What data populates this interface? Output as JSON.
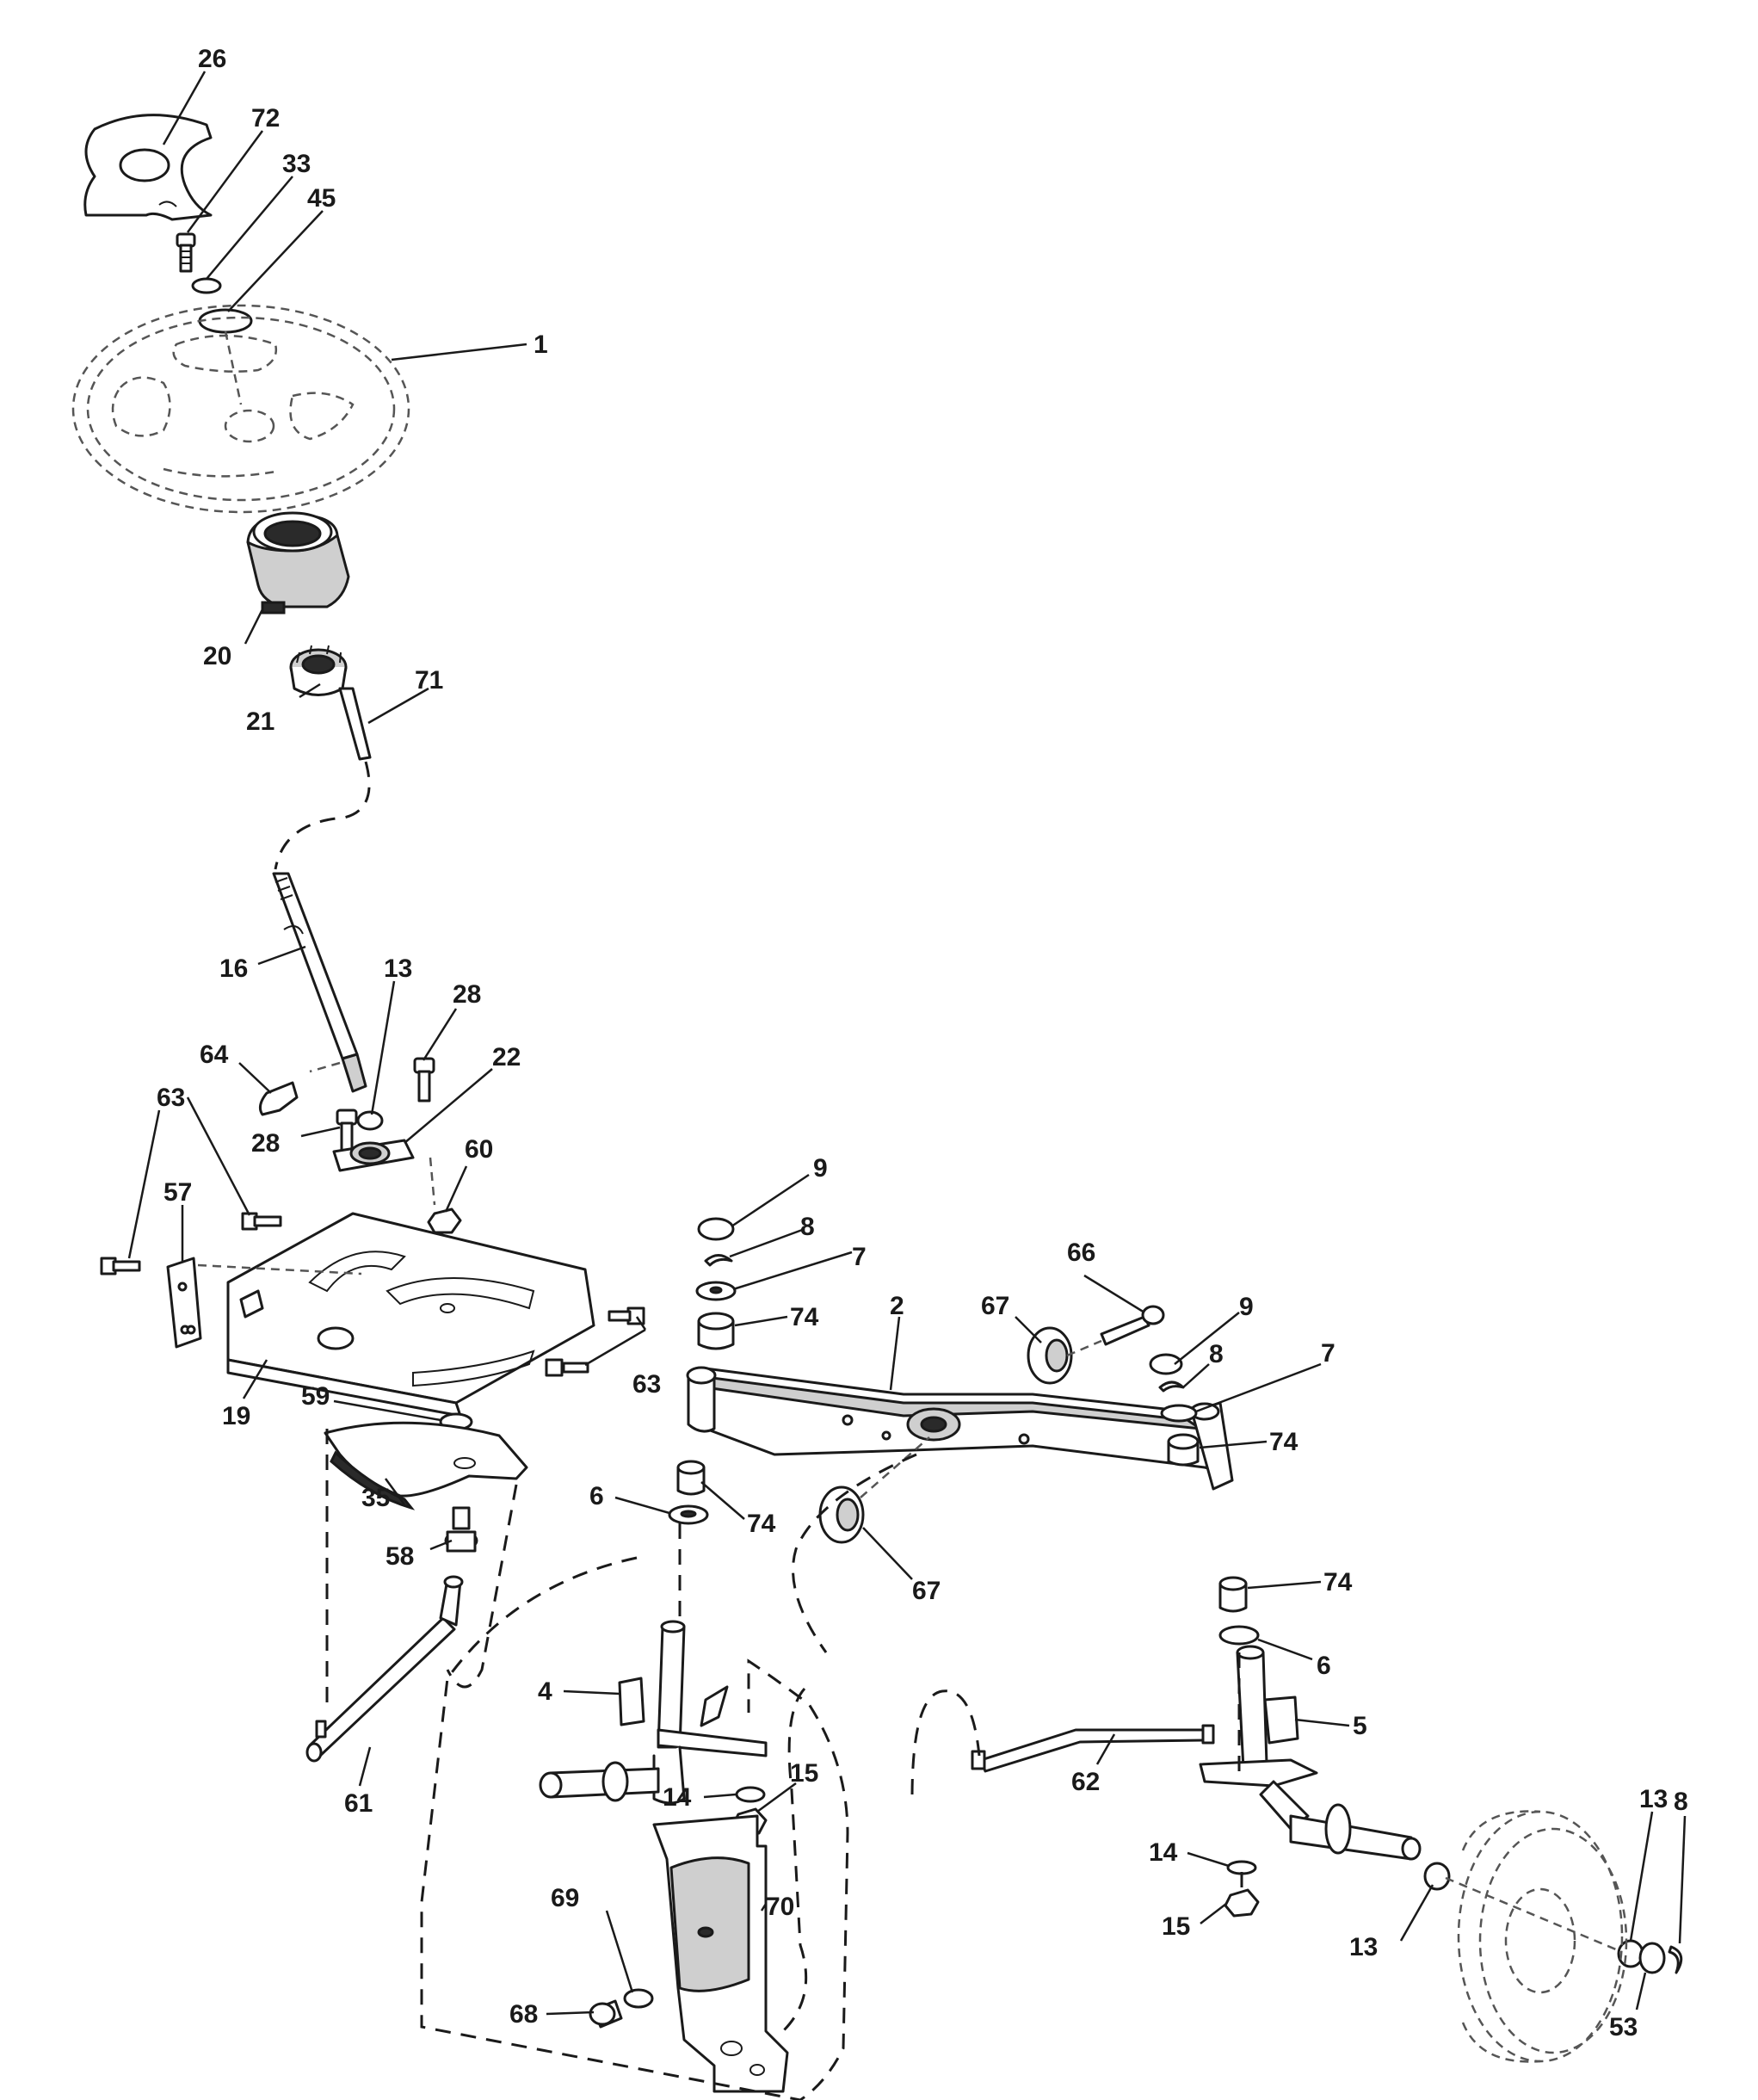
{
  "callouts": [
    {
      "id": "c26",
      "label": "26"
    },
    {
      "id": "c72",
      "label": "72"
    },
    {
      "id": "c33",
      "label": "33"
    },
    {
      "id": "c45",
      "label": "45"
    },
    {
      "id": "c1",
      "label": "1"
    },
    {
      "id": "c20",
      "label": "20"
    },
    {
      "id": "c21",
      "label": "21"
    },
    {
      "id": "c71",
      "label": "71"
    },
    {
      "id": "c16",
      "label": "16"
    },
    {
      "id": "c13a",
      "label": "13"
    },
    {
      "id": "c28a",
      "label": "28"
    },
    {
      "id": "c64",
      "label": "64"
    },
    {
      "id": "c22",
      "label": "22"
    },
    {
      "id": "c63a",
      "label": "63"
    },
    {
      "id": "c28b",
      "label": "28"
    },
    {
      "id": "c60",
      "label": "60"
    },
    {
      "id": "c57",
      "label": "57"
    },
    {
      "id": "c63b",
      "label": "63"
    },
    {
      "id": "c19",
      "label": "19"
    },
    {
      "id": "c59",
      "label": "59"
    },
    {
      "id": "c35",
      "label": "35"
    },
    {
      "id": "c58",
      "label": "58"
    },
    {
      "id": "c61",
      "label": "61"
    },
    {
      "id": "c9a",
      "label": "9"
    },
    {
      "id": "c8a",
      "label": "8"
    },
    {
      "id": "c7a",
      "label": "7"
    },
    {
      "id": "c74a",
      "label": "74"
    },
    {
      "id": "c2",
      "label": "2"
    },
    {
      "id": "c67a",
      "label": "67"
    },
    {
      "id": "c66",
      "label": "66"
    },
    {
      "id": "c9b",
      "label": "9"
    },
    {
      "id": "c8b",
      "label": "8"
    },
    {
      "id": "c7b",
      "label": "7"
    },
    {
      "id": "c74b",
      "label": "74"
    },
    {
      "id": "c6a",
      "label": "6"
    },
    {
      "id": "c74c",
      "label": "74"
    },
    {
      "id": "c67b",
      "label": "67"
    },
    {
      "id": "c74d",
      "label": "74"
    },
    {
      "id": "c6b",
      "label": "6"
    },
    {
      "id": "c4",
      "label": "4"
    },
    {
      "id": "c5",
      "label": "5"
    },
    {
      "id": "c15a",
      "label": "15"
    },
    {
      "id": "c14a",
      "label": "14"
    },
    {
      "id": "c62",
      "label": "62"
    },
    {
      "id": "c69",
      "label": "69"
    },
    {
      "id": "c70",
      "label": "70"
    },
    {
      "id": "c68",
      "label": "68"
    },
    {
      "id": "c14b",
      "label": "14"
    },
    {
      "id": "c15b",
      "label": "15"
    },
    {
      "id": "c13b",
      "label": "13"
    },
    {
      "id": "c13c",
      "label": "13"
    },
    {
      "id": "c8c",
      "label": "8"
    },
    {
      "id": "c53",
      "label": "53"
    }
  ]
}
